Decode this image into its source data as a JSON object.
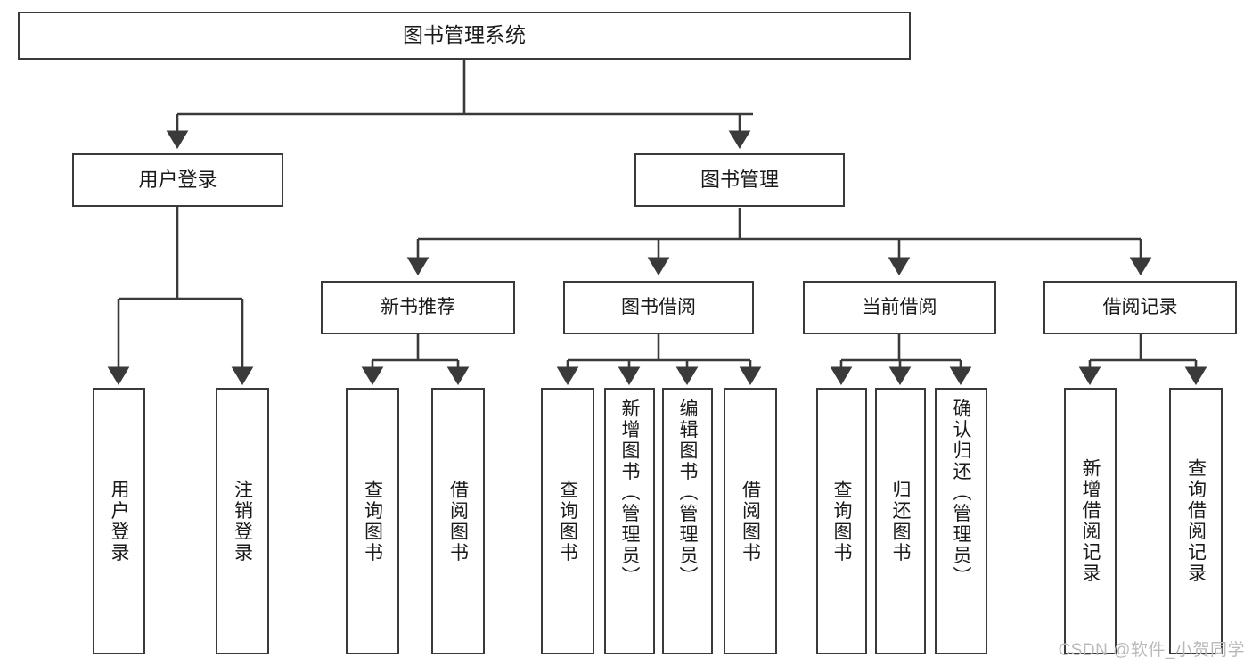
{
  "diagram": {
    "type": "hierarchy-tree",
    "title": "图书管理系统",
    "watermark": "CSDN @软件_小贺同学",
    "colors": {
      "stroke": "#3a3a3a",
      "fill": "#ffffff",
      "text": "#1a1a1a",
      "watermark": "#b9b9b9"
    },
    "nodes": {
      "root": {
        "label": "图书管理系统"
      },
      "level1": [
        {
          "label": "用户登录"
        },
        {
          "label": "图书管理"
        }
      ],
      "level2": [
        {
          "label": "新书推荐"
        },
        {
          "label": "图书借阅"
        },
        {
          "label": "当前借阅"
        },
        {
          "label": "借阅记录"
        }
      ],
      "leaves": {
        "user_login": [
          {
            "label": "用户登录"
          },
          {
            "label": "注销登录"
          }
        ],
        "new_book": [
          {
            "label": "查询图书"
          },
          {
            "label": "借阅图书"
          }
        ],
        "book_borrow": [
          {
            "label": "查询图书"
          },
          {
            "label": "新增图书（管理员）"
          },
          {
            "label": "编辑图书（管理员）"
          },
          {
            "label": "借阅图书"
          }
        ],
        "current_borrow": [
          {
            "label": "查询图书"
          },
          {
            "label": "归还图书"
          },
          {
            "label": "确认归还（管理员）"
          }
        ],
        "borrow_record": [
          {
            "label": "新增借阅记录"
          },
          {
            "label": "查询借阅记录"
          }
        ]
      }
    }
  }
}
